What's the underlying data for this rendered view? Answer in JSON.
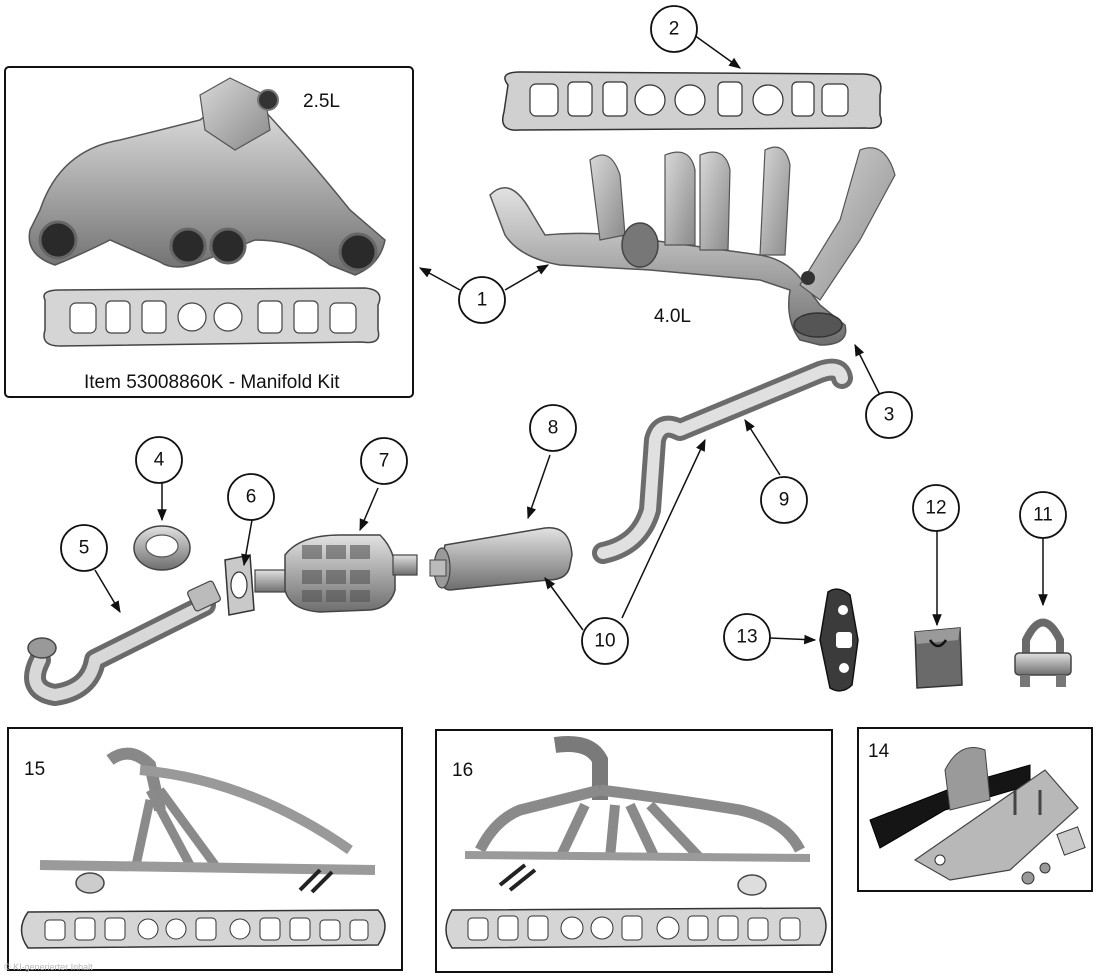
{
  "callouts": [
    "1",
    "2",
    "3",
    "4",
    "5",
    "6",
    "7",
    "8",
    "9",
    "10",
    "11",
    "12",
    "13",
    "14",
    "15",
    "16"
  ],
  "kit_box": {
    "engine_label": "2.5L",
    "caption": "Item 53008860K - Manifold Kit"
  },
  "manifold_40_label": "4.0L",
  "footer_watermark": "© KI-generierter Inhalt"
}
